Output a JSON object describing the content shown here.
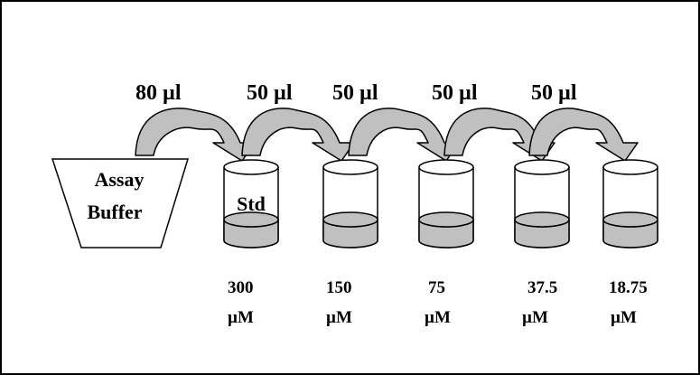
{
  "colors": {
    "outline": "#000000",
    "background": "#ffffff",
    "arrow_fill": "#c0c0c0",
    "liquid_fill": "#c0c0c0"
  },
  "buffer": {
    "label_line1": "Assay",
    "label_line2": "Buffer"
  },
  "transfers": [
    {
      "volume": "80 µl"
    },
    {
      "volume": "50 µl"
    },
    {
      "volume": "50 µl"
    },
    {
      "volume": "50 µl"
    },
    {
      "volume": "50 µl"
    }
  ],
  "tubes": [
    {
      "label": "Std",
      "concentration": "300",
      "unit": "µM"
    },
    {
      "label": "",
      "concentration": "150",
      "unit": "µM"
    },
    {
      "label": "",
      "concentration": "75",
      "unit": "µM"
    },
    {
      "label": "",
      "concentration": "37.5",
      "unit": "µM"
    },
    {
      "label": "",
      "concentration": "18.75",
      "unit": "µM"
    }
  ]
}
